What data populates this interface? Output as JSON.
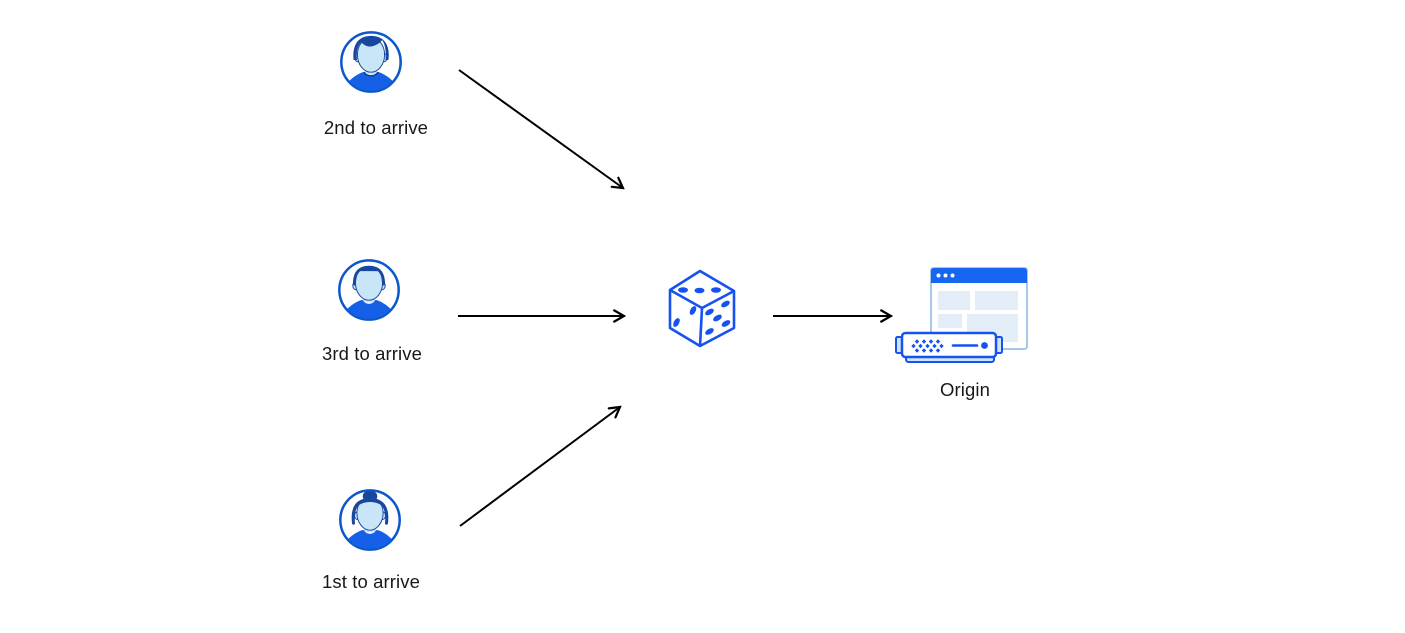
{
  "page": {
    "background": "#ffffff",
    "description": "Random request ordering diagram: three visitors arrive, a dice randomizes order, requests reach Origin"
  },
  "colors": {
    "outline_blue": "#0b58cc",
    "bright_blue": "#1666f0",
    "dice_blue": "#1652f0",
    "hair_navy": "#17479e",
    "face_light_blue": "#c9e5f8",
    "panel_light_blue": "#e2edf8",
    "server_fill_light": "#cfe6f8",
    "window_border": "#a3c8ec",
    "arrow_black": "#000000",
    "text_color": "#181818"
  },
  "diagram": {
    "visitors": [
      {
        "label": "2nd to arrive",
        "icon": "avatar-man-side-part-icon"
      },
      {
        "label": "3rd to arrive",
        "icon": "avatar-man-flat-top-icon"
      },
      {
        "label": "1st to arrive",
        "icon": "avatar-woman-bun-icon"
      }
    ],
    "random_selector": {
      "icon": "dice-icon",
      "dice_faces_visible": [
        3,
        2,
        5
      ]
    },
    "origin": {
      "label": "Origin",
      "icon": "origin-server-icon"
    },
    "arrows": [
      "visitor-2nd-to-dice",
      "visitor-3rd-to-dice",
      "visitor-1st-to-dice",
      "dice-to-origin"
    ]
  }
}
